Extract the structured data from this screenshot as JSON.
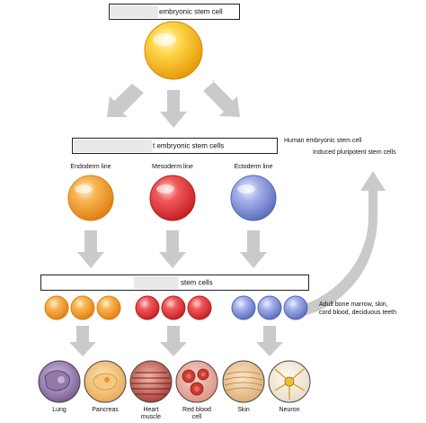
{
  "boxes": {
    "top": "embryonic stem cell",
    "middle": "t embryonic stem cells",
    "bottom": "stem cells"
  },
  "germ_lines": {
    "endoderm": "Endoderm line",
    "mesoderm": "Mesoderm line",
    "ectoderm": "Ectoderm line"
  },
  "side_labels": {
    "human_esc": "Human embryonic stem cell",
    "ipsc": "Induced pluripotent stem cells",
    "adult_line1": "Adult bone marrow, skin,",
    "adult_line2": "cord blood, deciduous teeth"
  },
  "tissues": {
    "lung": "Lung",
    "pancreas": "Pancreas",
    "heart_line1": "Heart",
    "heart_line2": "muscle",
    "blood_line1": "Red blood",
    "blood_line2": "cell",
    "skin": "Skin",
    "neuron": "Neuron"
  },
  "colors": {
    "yellow": "#f3b21c",
    "orange": "#f19a2c",
    "red": "#e23b3b",
    "blue": "#7f8fd2",
    "arrow_gray": "#c9c9c9"
  }
}
